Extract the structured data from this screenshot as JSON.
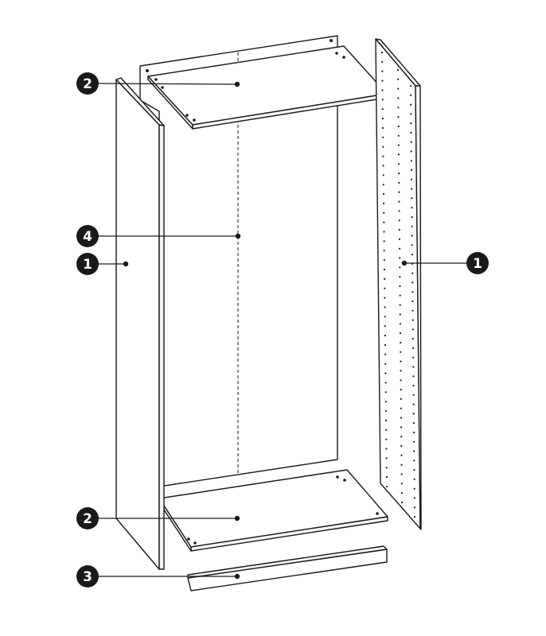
{
  "callouts": {
    "top_shelf": "2",
    "back_panel": "4",
    "left_side_panel": "1",
    "right_side_panel": "1",
    "bottom_shelf": "2",
    "plinth": "3"
  },
  "colors": {
    "ink": "#1a1a1a",
    "paper": "#ffffff"
  }
}
